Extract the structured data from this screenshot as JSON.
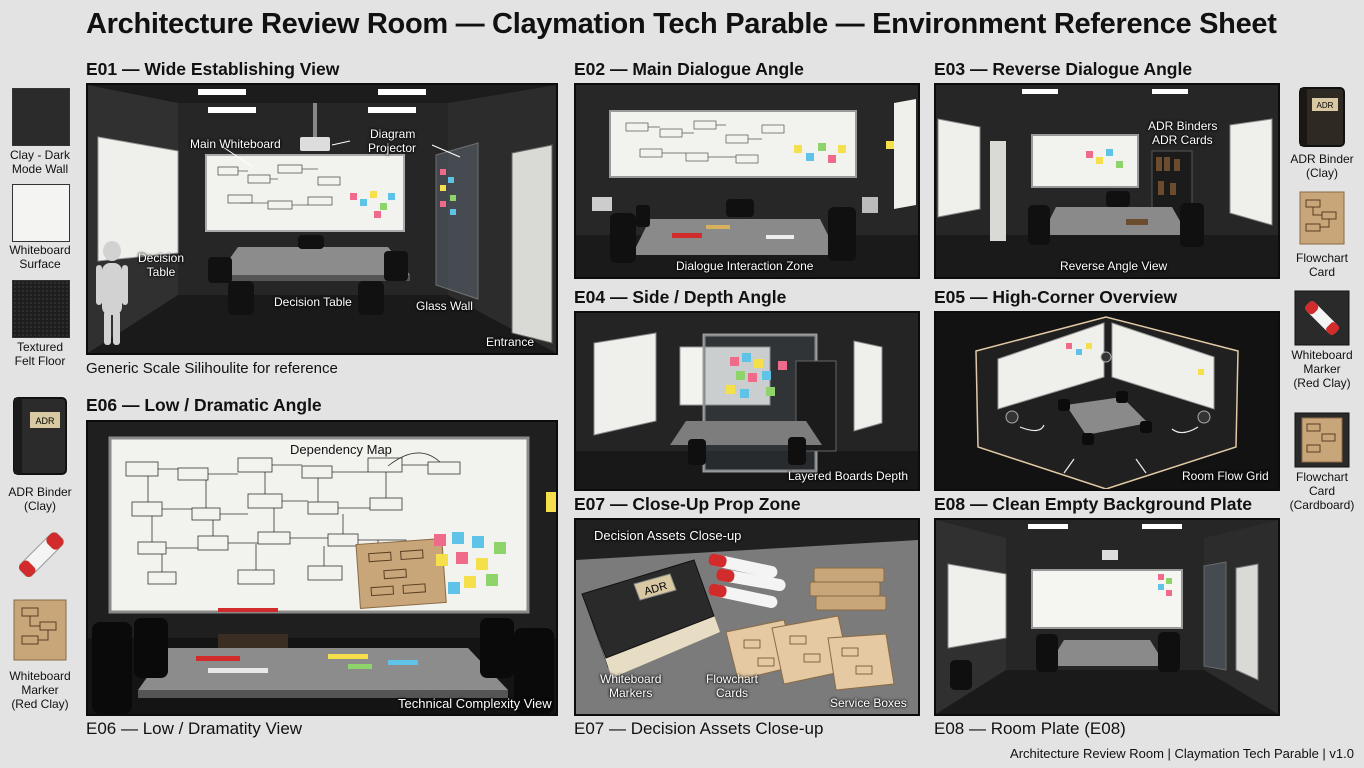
{
  "title": "Architecture Review Room — Claymation Tech Parable — Environment Reference Sheet",
  "panels": {
    "e01": {
      "label": "E01 — Wide Establishing View",
      "caption_main_whiteboard": "Main Whiteboard",
      "caption_diagram": "Diagram",
      "caption_projector": "Projector",
      "caption_decision_table_left": "Decision\nTable",
      "caption_decision_table": "Decision Table",
      "caption_glass_wall": "Glass Wall",
      "caption_entrance": "Entrance",
      "note": "Generic Scale Silihoulite for reference"
    },
    "e02": {
      "label": "E02 — Main Dialogue Angle",
      "caption": "Dialogue Interaction Zone"
    },
    "e03": {
      "label": "E03 — Reverse Dialogue Angle",
      "caption_binders": "ADR Binders",
      "caption_cards": "ADR Cards",
      "caption": "Reverse Angle View"
    },
    "e04": {
      "label": "E04 — Side / Depth Angle",
      "caption": "Layered Boards Depth"
    },
    "e05": {
      "label": "E05 — High-Corner Overview",
      "caption": "Room Flow Grid"
    },
    "e06": {
      "label": "E06 — Low / Dramatic Angle",
      "caption_map": "Dependency Map",
      "caption": "Technical Complexity View",
      "sublabel": "E06 — Low / Dramatity View"
    },
    "e07": {
      "label": "E07 — Close-Up Prop Zone",
      "caption_top": "Decision Assets Close-up",
      "caption_markers_1": "Whiteboard",
      "caption_markers_2": "Markers",
      "caption_cards_1": "Flowchart",
      "caption_cards_2": "Cards",
      "caption_boxes": "Service Boxes",
      "adr_text": "ADR",
      "sublabel": "E07 — Decision Assets Close-up"
    },
    "e08": {
      "label": "E08 — Clean Empty Background Plate",
      "sublabel": "E08 — Room Plate (E08)"
    }
  },
  "left_swatches": [
    {
      "line1": "Clay - Dark",
      "line2": "Mode Wall",
      "color": "#2b2b2b"
    },
    {
      "line1": "Whiteboard",
      "line2": "Surface",
      "color": "#f4f4f2"
    },
    {
      "line1": "Textured",
      "line2": "Felt Floor",
      "color": "#1e1e1e"
    }
  ],
  "left_props": [
    {
      "line1": "ADR Binder",
      "line2": "(Clay)",
      "badge": "ADR"
    },
    {
      "line1": "Whiteboard",
      "line2": "Marker",
      "line3": "(Red Clay)"
    }
  ],
  "right_props": [
    {
      "line1": "ADR Binder",
      "line2": "(Clay)",
      "badge": "ADR"
    },
    {
      "line1": "Flowchart",
      "line2": "Card"
    },
    {
      "line1": "Whiteboard",
      "line2": "Marker",
      "line3": "(Red Clay)"
    },
    {
      "line1": "Flowchart",
      "line2": "Card",
      "line3": "(Cardboard)"
    }
  ],
  "footer": "Architecture Review Room | Claymation Tech Parable | v1.0",
  "colors": {
    "background": "#e3e3e3",
    "wall": "#2a2a2a",
    "whiteboard": "#f2f2ee",
    "sticky_pink": "#f06b8a",
    "sticky_yellow": "#f5df4a",
    "sticky_blue": "#5fc3e8",
    "sticky_green": "#8fd46b",
    "marker_red": "#d12b2b",
    "cardboard": "#c9a57a"
  }
}
